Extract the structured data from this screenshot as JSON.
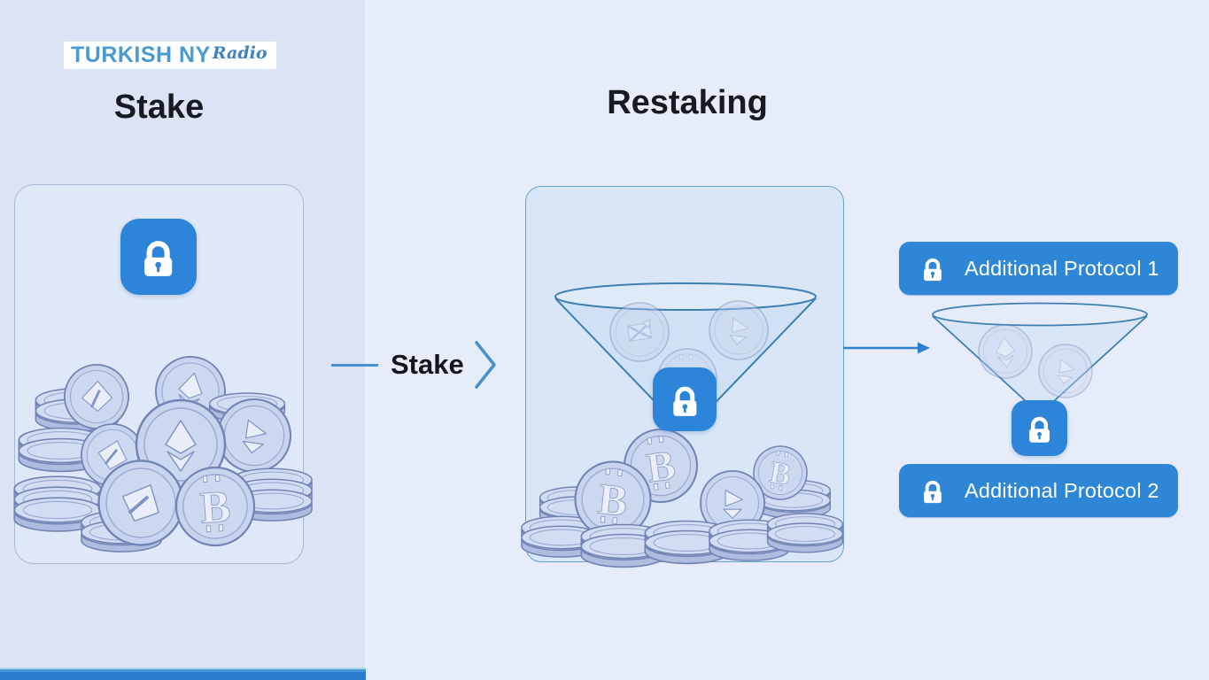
{
  "logo": {
    "brand": "TURKISH NY",
    "script": "Radio"
  },
  "headings": {
    "stake": "Stake",
    "restaking": "Restaking"
  },
  "connector": {
    "label": "Stake"
  },
  "buttons": [
    {
      "label": "Additional Protocol 1",
      "icon": "lock-icon"
    },
    {
      "label": "Additional Protocol 2",
      "icon": "lock-icon"
    }
  ],
  "icons": {
    "stake_box_lock": "lock-icon",
    "restaking_funnel_lock": "lock-icon",
    "right_funnel_lock": "lock-icon"
  },
  "illustrations": {
    "left_pile": "pile-of-crypto-coins-eth-btc",
    "mid_pile": "pile-of-bitcoin-coins",
    "mid_funnel_coins": [
      "crossed-arrows-coin",
      "flag-coin",
      "bitcoin-coin"
    ],
    "right_funnel_coins": [
      "eth-coin",
      "flag-coin"
    ]
  },
  "colors": {
    "accent_blue": "#2e86d6",
    "lock_blue": "#2d85d9",
    "connector_blue": "#4a90d0",
    "funnel_stroke": "#3f7fb2",
    "bottom_bar_blue": "#2b7ccc",
    "bg_left": "#dbe3f5",
    "bg_right": "#e6ecf9",
    "heading_text": "#171a21",
    "logo_blue": "#4a9ad2"
  }
}
